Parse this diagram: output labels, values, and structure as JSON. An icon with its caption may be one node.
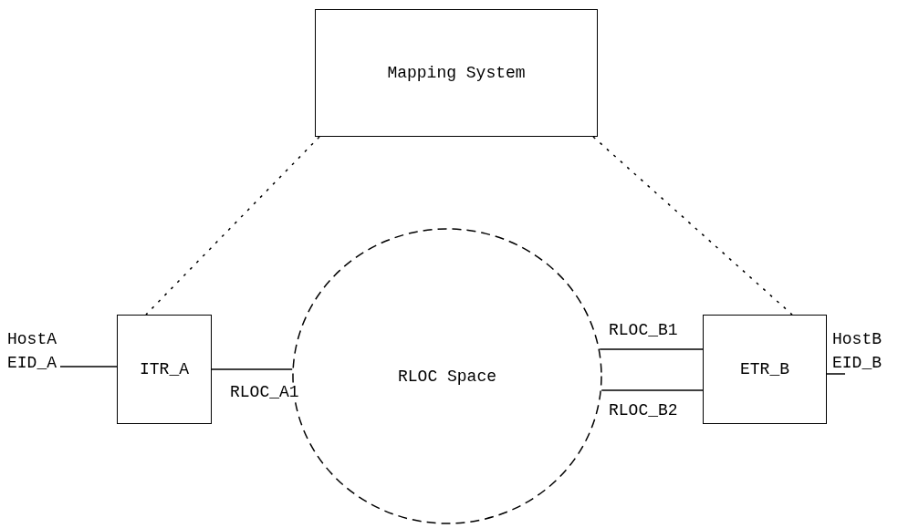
{
  "diagram": {
    "nodes": [
      {
        "text": [
          "Mapping System"
        ]
      },
      {
        "text": [
          "ITR_A"
        ]
      },
      {
        "text": [
          "RLOC Space"
        ]
      },
      {
        "text": [
          "ETR_B"
        ]
      },
      {
        "text": [
          "HostA",
          "EID_A"
        ]
      },
      {
        "text": [
          "HostB",
          "EID_B"
        ]
      }
    ],
    "edges": [
      {
        "from": 4,
        "to": 1,
        "arrow": "none"
      },
      {
        "from": 1,
        "to": 2,
        "arrow": "none",
        "label": "RLOC_A1"
      },
      {
        "from": 3,
        "to": 2,
        "arrow": "none",
        "label": "RLOC_B1"
      },
      {
        "from": 3,
        "to": 2,
        "arrow": "none",
        "label": "RLOC_B2"
      },
      {
        "from": 3,
        "to": 5,
        "arrow": "none"
      },
      {
        "from": 0,
        "to": 1,
        "arrow": "none",
        "style": "dashed"
      },
      {
        "from": 0,
        "to": 3,
        "arrow": "none",
        "style": "dashed"
      }
    ]
  }
}
